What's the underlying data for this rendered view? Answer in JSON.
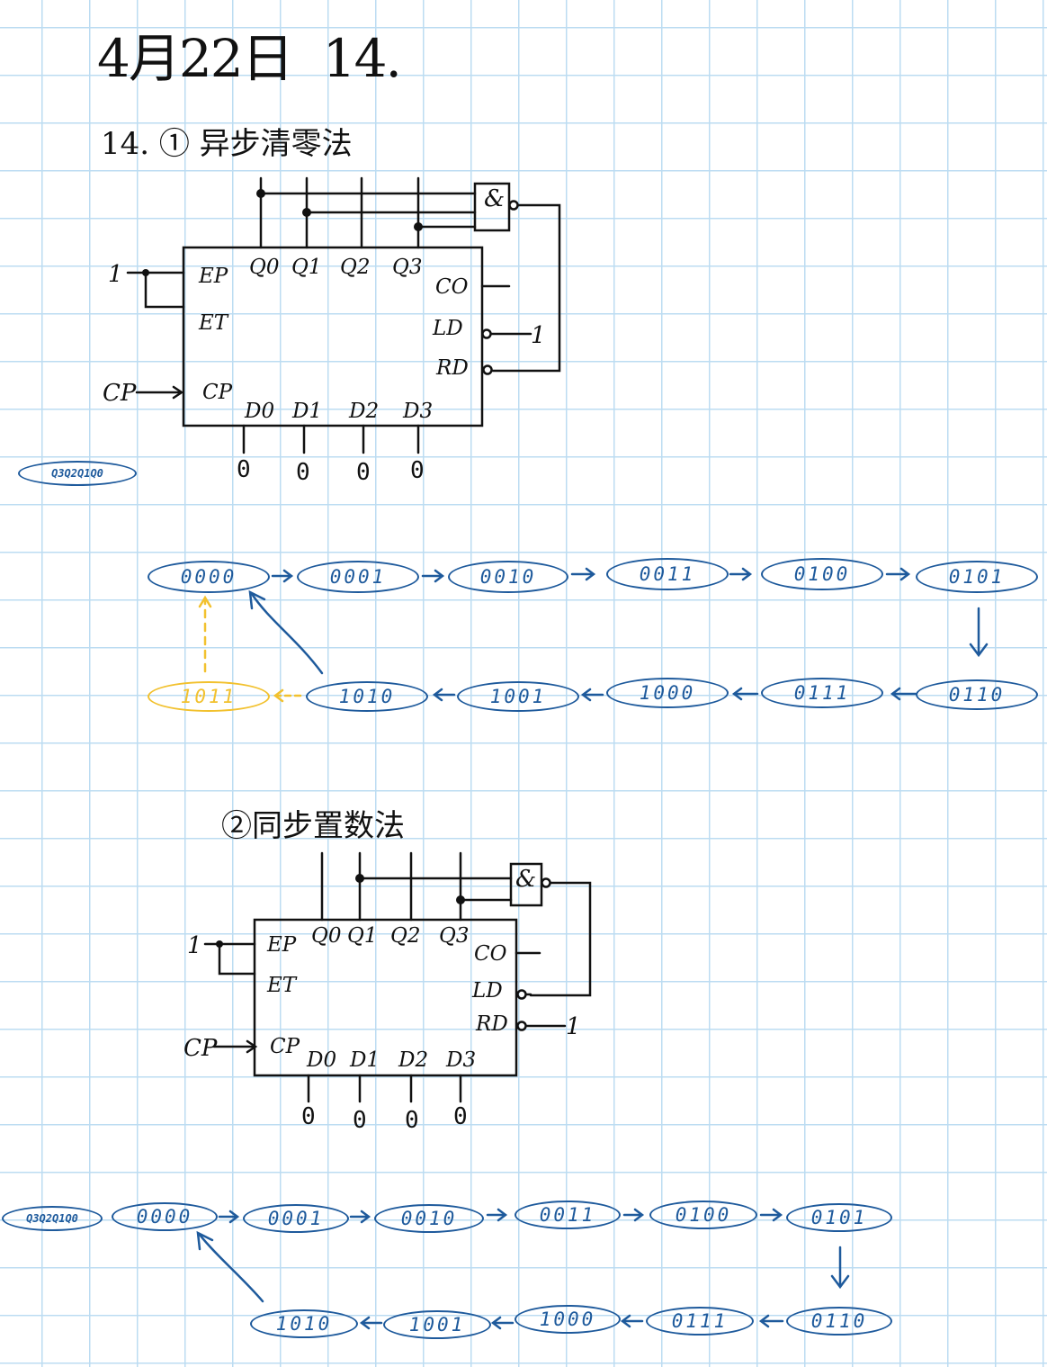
{
  "header": {
    "date": "4月22日",
    "number": "14."
  },
  "section1": {
    "title": "14. ① 异步清零法",
    "const_one_left": "1",
    "const_one_ld": "1",
    "clock": "CP",
    "pins_top": [
      "Q0",
      "Q1",
      "Q2",
      "Q3"
    ],
    "pins_left": [
      "EP",
      "ET",
      "CP"
    ],
    "pins_right": [
      "CO",
      "LD",
      "RD"
    ],
    "pins_bottom": [
      "D0",
      "D1",
      "D2",
      "D3"
    ],
    "inputs": [
      "0",
      "0",
      "0",
      "0"
    ],
    "gate": "&",
    "state_label": "Q3Q2Q1Q0",
    "states_top": [
      "0000",
      "0001",
      "0010",
      "0011",
      "0100",
      "0101"
    ],
    "states_bottom": [
      "1011",
      "1010",
      "1001",
      "1000",
      "0111",
      "0110"
    ]
  },
  "section2": {
    "title": "②同步置数法",
    "const_one_left": "1",
    "const_one_rd": "1",
    "clock": "CP",
    "pins_top": [
      "Q0",
      "Q1",
      "Q2",
      "Q3"
    ],
    "pins_left": [
      "EP",
      "ET",
      "CP"
    ],
    "pins_right": [
      "CO",
      "LD",
      "RD"
    ],
    "pins_bottom": [
      "D0",
      "D1",
      "D2",
      "D3"
    ],
    "inputs": [
      "0",
      "0",
      "0",
      "0"
    ],
    "gate": "&",
    "state_label": "Q3Q2Q1Q0",
    "states_top": [
      "0000",
      "0001",
      "0010",
      "0011",
      "0100",
      "0101"
    ],
    "states_bottom": [
      "1010",
      "1001",
      "1000",
      "0111",
      "0110"
    ]
  },
  "colors": {
    "ink": "#111111",
    "blue": "#1e5a9c",
    "yellow": "#f2c12e",
    "grid": "#bcdcf2"
  }
}
